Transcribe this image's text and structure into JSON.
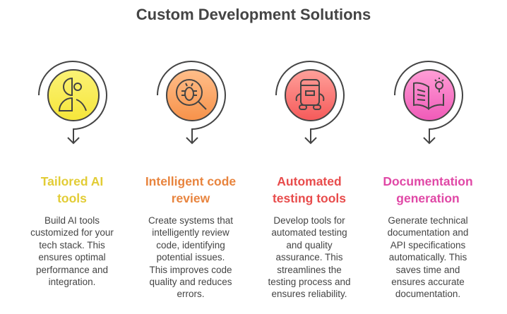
{
  "title": "Custom Development Solutions",
  "items": [
    {
      "title_line1": "Tailored AI",
      "title_line2": "tools",
      "icon": "ai-gear-head-icon",
      "color": "#e2cc35",
      "fill_top": "#fbf276",
      "fill_bottom": "#f6e63a",
      "body": [
        "Build AI tools",
        "customized for your",
        "tech stack. This",
        "ensures optimal",
        "performance and",
        "integration."
      ]
    },
    {
      "title_line1": "Intelligent code",
      "title_line2": "review",
      "icon": "bug-search-icon",
      "color": "#e8843e",
      "fill_top": "#ffbe8a",
      "fill_bottom": "#f7924a",
      "body": [
        "Create systems that",
        "intelligently review",
        "code, identifying",
        "potential issues.",
        "This improves code",
        "quality and reduces",
        "errors."
      ]
    },
    {
      "title_line1": "Automated",
      "title_line2": "testing tools",
      "icon": "robot-icon",
      "color": "#e84c4c",
      "fill_top": "#ffa09a",
      "fill_bottom": "#f55a5a",
      "body": [
        "Develop tools for",
        "automated testing",
        "and quality",
        "assurance. This",
        "streamlines the",
        "testing process and",
        "ensures reliability."
      ]
    },
    {
      "title_line1": "Documentation",
      "title_line2": "generation",
      "icon": "book-lightbulb-icon",
      "color": "#e048a6",
      "fill_top": "#ff9ed6",
      "fill_bottom": "#f05ab8",
      "body": [
        "Generate technical",
        "documentation and",
        "API specifications",
        "automatically. This",
        "saves time and",
        "ensures accurate",
        "documentation."
      ]
    }
  ]
}
